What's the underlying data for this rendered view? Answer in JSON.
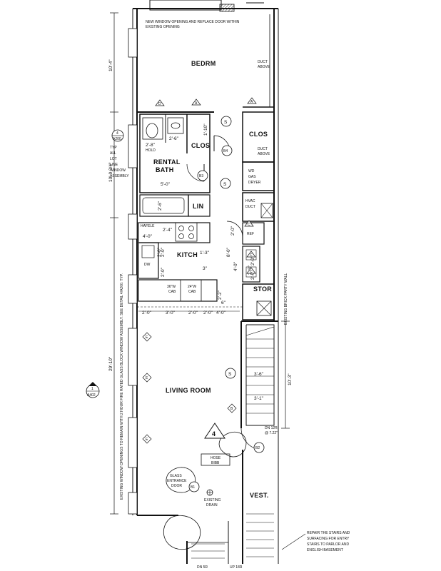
{
  "rooms": {
    "bedroom": "BEDRM",
    "closet_1": "CLOS",
    "closet_2": "CLOS",
    "rental_bath_1": "RENTAL",
    "rental_bath_2": "BATH",
    "linen": "LIN",
    "kitchen": "KITCH",
    "storage": "STOR",
    "living_room": "LIVING ROOM",
    "vestibule": "VEST."
  },
  "notes": {
    "window_top_1": "NEW WINDOW OPENING AND REPLACE DOOR WITHIN",
    "window_top_2": "EXISTING OPENING",
    "duct_above_1a": "DUCT",
    "duct_above_1b": "ABOVE",
    "duct_above_2a": "DUCT",
    "duct_above_2b": "ABOVE",
    "washer_dryer_1": "WD",
    "washer_dryer_2": "GAS",
    "washer_dryer_3": "DRYER",
    "hvac_1": "HVAC",
    "hvac_2": "DUCT",
    "refrigerator": "REF",
    "hafele": "HAFELE",
    "dishwasher": "DW",
    "cab_30_1": "36\"W",
    "cab_30_2": "CAB",
    "cab_24_1": "24\"W",
    "cab_24_2": "CAB",
    "typ_window_1": "TYP",
    "typ_window_2": "ALL",
    "typ_window_3": "LOT",
    "typ_window_4": "LINE",
    "typ_window_5": "WINDOW",
    "typ_window_6": "ASSEMBLY",
    "hold": "HOLD",
    "party_wall": "EXISTING BRICK PARTY WALL",
    "window_note_vertical": "EXISTING WINDOW OPENINGS TO REMAIN WITH 2 HOUR FIRE RATED GLASS BLOCK WINDOW ASSEMBLY. SEE DETAIL 4/A200. TYP.",
    "glass_door_1": "GLASS",
    "glass_door_2": "ENTRANCE",
    "glass_door_3": "DOOR",
    "existing_drain_1": "EXISTING",
    "existing_drain_2": "DRAIN",
    "hose_bibb_1": "HOSE",
    "hose_bibb_2": "BIBB",
    "dn_risers_1": "DN 12R",
    "dn_risers_2": "@ 7.22\"",
    "repair_note_1": "REPAIR THE STAIRS AND",
    "repair_note_2": "SURFACING FOR ENTRY",
    "repair_note_3": "STAIRS TO PARLOR AND",
    "repair_note_4": "ENGLISH BASEMENT",
    "dn_label": "DN 5R",
    "up_label": "UP 18R"
  },
  "dimensions": {
    "bedroom_height": "10'-4\"",
    "bath_height": "10'-9 3/4\"",
    "living_height": "29'-10\"",
    "stair_height": "10'-3\"",
    "d_2_8_bath": "2'-8\"",
    "d_2_6": "2'-6\"",
    "d_1_10": "1'-10\"",
    "d_5_0": "5'-0\"",
    "d_2_6b": "2'-6\"",
    "d_2_4": "2'-4\"",
    "d_4_0k": "4'-0\"",
    "d_2_0k": "2'-0\"",
    "d_8_0": "8'-0\"",
    "d_1_3": "1'-3\"",
    "d_2_0v1": "2'-0\"",
    "d_2_0v2": "2'-0\"",
    "d_4_0v": "4'-0\"",
    "d_3_0": "3\"",
    "d_2_2": "2'-2\"",
    "d_6": "6\"",
    "d_2_0v3": "2'-0\"",
    "d_2_0v4": "2'-0\"",
    "d_row_1": "2'-0\"",
    "d_row_2": "3'-0\"",
    "d_row_3": "2'-0\"",
    "d_row_4": "2'-0\"",
    "d_row_5": "4'-0\"",
    "d_stair_1": "3'-6\"",
    "d_stair_2": "3'-1\"",
    "d_2_0_bath": "2'-0\"",
    "d_2_3": "2'-3\""
  },
  "tags": {
    "s1": "S",
    "s2": "S",
    "s3": "S",
    "b1": "B1",
    "b2": "B2",
    "b3": "B3",
    "b4": "B4",
    "d1": "D",
    "a1": "A",
    "a2": "A",
    "c1": "C",
    "c2": "C",
    "c3": "C",
    "e1": "E",
    "e2": "E",
    "e3": "E",
    "b_door": "B",
    "sec_num": "4",
    "sec_sheet": "A200",
    "elev_num": "1",
    "elev_sheet": "A402",
    "unit_number": "4"
  }
}
